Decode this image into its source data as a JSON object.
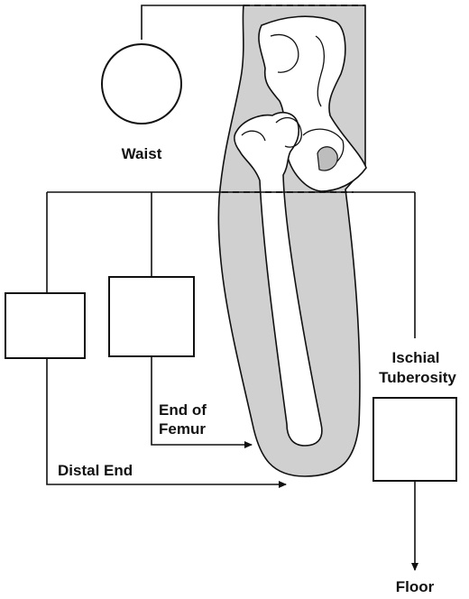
{
  "labels": {
    "waist": "Waist",
    "end_of_femur_line1": "End of",
    "end_of_femur_line2": "Femur",
    "distal_end": "Distal End",
    "ischial_line1": "Ischial",
    "ischial_line2": "Tuberosity",
    "floor": "Floor"
  },
  "colors": {
    "limb_fill": "#d0d0d0",
    "bone_fill": "#ffffff",
    "stroke": "#111111"
  }
}
